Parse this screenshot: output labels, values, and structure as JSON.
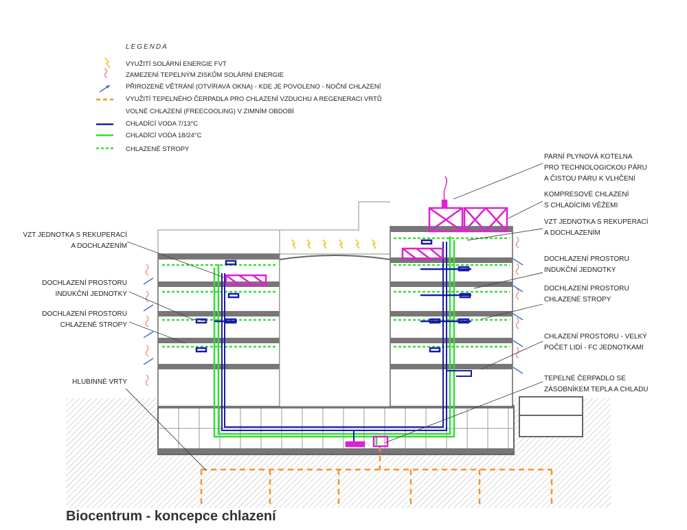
{
  "legend": {
    "title": "LEGENDA",
    "items": [
      {
        "icon": "solar-ray-icon",
        "text": "VYUŽITÍ SOLÁRNÍ ENERGIE FVT"
      },
      {
        "icon": "solar-shading-icon",
        "text": "ZAMEZENÍ TEPELNÝM ZISKŮM SOLÁRNÍ ENERGIE"
      },
      {
        "icon": "ventilation-arrow-icon",
        "text": "PŘIROZENÉ VĚTRÁNÍ (OTVÍRAVÁ OKNA) - KDE JE POVOLENO - NOČNÍ CHLAZENÍ"
      },
      {
        "icon": "orange-dashed-line-icon",
        "text": "VYUŽITÍ TEPELNÉHO ČERPADLA PRO CHLAZENÍ VZDUCHU A REGENERACI VRTŮ"
      },
      {
        "icon": "",
        "text": "VOLNÉ CHLAZENÍ (FREECOOLING) V ZIMNÍM OBDOBÍ"
      },
      {
        "icon": "blue-line-icon",
        "text": "CHLADÍCÍ VODA 7/13°C"
      },
      {
        "icon": "green-line-icon",
        "text": "CHLADÍCÍ VODA 18/24°C"
      },
      {
        "icon": "green-dashed-line-icon",
        "text": "CHLAZENÉ STROPY"
      }
    ]
  },
  "labels": {
    "left": [
      {
        "l1": "VZT JEDNOTKA S REKUPERACÍ",
        "l2": "A DOCHLAZENÍM"
      },
      {
        "l1": "DOCHLAZENÍ PROSTORU",
        "l2": "INDUKČNÍ JEDNOTKY"
      },
      {
        "l1": "DOCHLAZENÍ PROSTORU",
        "l2": "CHLAZENÉ STROPY"
      },
      {
        "l1": "HLUBINNÉ VRTY"
      }
    ],
    "right": [
      {
        "l1": "PARNÍ PLYNOVÁ KOTELNA",
        "l2": "PRO TECHNOLOGICKOU PÁRU",
        "l3": "A ČISTOU PÁRU K VLHČENÍ"
      },
      {
        "l1": "KOMPRESOVÉ CHLAZENÍ",
        "l2": "S CHLADÍCÍMI VĚŽEMI"
      },
      {
        "l1": "VZT JEDNOTKA S REKUPERACÍ",
        "l2": "A DOCHLAZENÍM"
      },
      {
        "l1": "DOCHLAZENÍ PROSTORU",
        "l2": "INDUKČNÍ JEDNOTKY"
      },
      {
        "l1": "DOCHLAZENÍ PROSTORU",
        "l2": "CHLAZENÉ STROPY"
      },
      {
        "l1": "CHLAZENÍ PROSTORU - VELKÝ",
        "l2": "POČET LIDÍ - FC JEDNOTKAMI"
      },
      {
        "l1": "TEPELNÉ ČERPADLO SE",
        "l2": "ZÁSOBNÍKEM TEPLA A CHLADU"
      }
    ]
  },
  "caption": "Biocentrum - koncepce chlazení",
  "colors": {
    "blue": "#1a1aa8",
    "green": "#33dd33",
    "magenta": "#e020d0",
    "orange": "#f0962a",
    "slab": "#777777",
    "ventilation": "#3a6fd8",
    "solar": "#f2c21a",
    "shading": "#f08a8a"
  }
}
